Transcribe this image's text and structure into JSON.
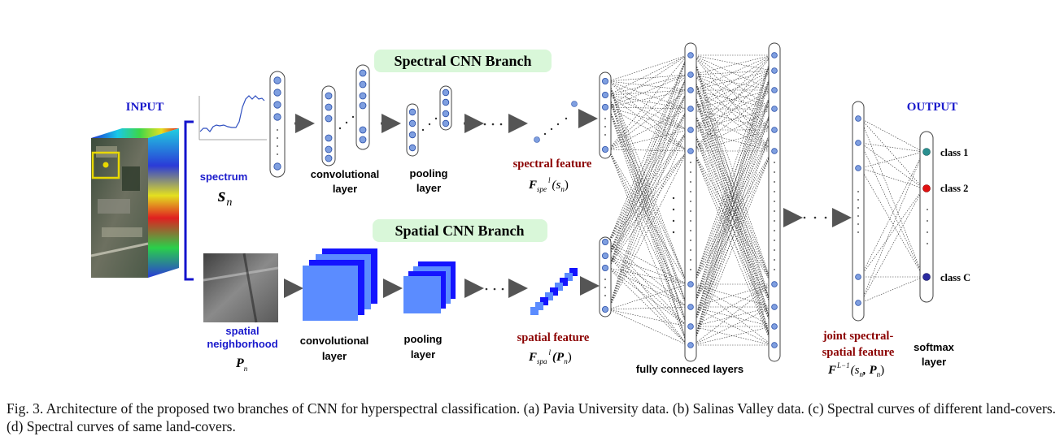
{
  "labels": {
    "input": "INPUT",
    "output": "OUTPUT",
    "spectrum": "spectrum",
    "spectrum_symbol": "s",
    "spectrum_sub": "n",
    "spatial_line1": "spatial",
    "spatial_line2": "neighborhood",
    "spatial_symbol": "P",
    "spatial_sub": "n",
    "spectral_branch": "Spectral CNN Branch",
    "spatial_branch": "Spatial CNN Branch",
    "conv_line1": "convolutional",
    "conv_line2": "layer",
    "pool_line1": "pooling",
    "pool_line2": "layer",
    "spectral_feature": "spectral feature",
    "spectral_formula_F": "F",
    "spectral_formula_sub": "spe",
    "spectral_formula_sup": "l",
    "spectral_formula_arg": "(s",
    "spectral_formula_argsub": "n",
    "spectral_formula_close": ")",
    "spatial_feature": "spatial feature",
    "spatial_formula_F": "F",
    "spatial_formula_sub": "spa",
    "spatial_formula_sup": "l",
    "spatial_formula_arg": "(P",
    "spatial_formula_argsub": "n",
    "spatial_formula_close": ")",
    "fc_layers": "fully conneced layers",
    "joint_line1": "joint spectral-",
    "joint_line2": "spatial feature",
    "joint_formula_F": "F",
    "joint_formula_sup": "L−1",
    "joint_formula_arg": "(s",
    "joint_formula_argsub": "n",
    "joint_formula_mid": ", P",
    "joint_formula_midsub": "n",
    "joint_formula_close": ")",
    "softmax_line1": "softmax",
    "softmax_line2": "layer",
    "class1": "class 1",
    "class2": "class 2",
    "classC": "class C"
  },
  "caption": "Fig. 3.   Architecture of the proposed two branches of CNN for hyperspectral classification. (a) Pavia University data. (b) Salinas Valley data. (c) Spectral curves of different land-covers. (d) Spectral curves of same land-covers.",
  "colors": {
    "node_fill": "#7f9fe0",
    "node_stroke": "#2a4fa8",
    "label_blue": "#1a1acc",
    "label_darkred": "#8b0000",
    "branch_bg": "#d9f7d9",
    "arrow": "#555555",
    "map_blue": "#1414ff",
    "map_light": "#5b8cff",
    "class1": "#2a8f8f",
    "class2": "#e01010",
    "classC": "#2a2aa0"
  }
}
